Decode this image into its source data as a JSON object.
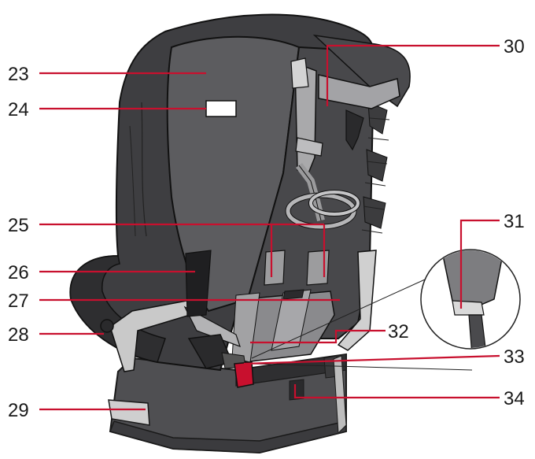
{
  "diagram": {
    "subject": "car-seat-rear-view",
    "accent_color": "#c8102e",
    "callouts": [
      {
        "id": "c23",
        "label": "23"
      },
      {
        "id": "c24",
        "label": "24"
      },
      {
        "id": "c25",
        "label": "25"
      },
      {
        "id": "c26",
        "label": "26"
      },
      {
        "id": "c27",
        "label": "27"
      },
      {
        "id": "c28",
        "label": "28"
      },
      {
        "id": "c29",
        "label": "29"
      },
      {
        "id": "c30",
        "label": "30"
      },
      {
        "id": "c31",
        "label": "31"
      },
      {
        "id": "c32",
        "label": "32"
      },
      {
        "id": "c33",
        "label": "33"
      },
      {
        "id": "c34",
        "label": "34"
      }
    ]
  }
}
